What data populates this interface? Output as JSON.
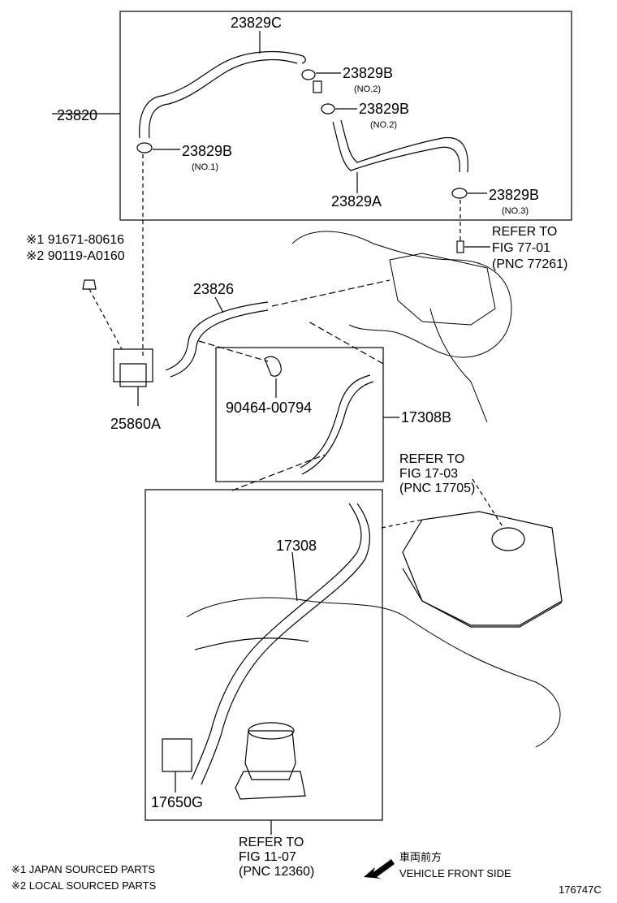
{
  "parts": {
    "p23820": "23820",
    "p23829C": "23829C",
    "p23829B_no2a": "23829B",
    "no2a": "(NO.2)",
    "p23829B_no2b": "23829B",
    "no2b": "(NO.2)",
    "p23829B_no1": "23829B",
    "no1": "(NO.1)",
    "p23829A": "23829A",
    "p23829B_no3": "23829B",
    "no3": "(NO.3)",
    "p91671": "※1 91671-80616",
    "p90119": "※2 90119-A0160",
    "p23826": "23826",
    "p25860A": "25860A",
    "p90464": "90464-00794",
    "p17308B": "17308B",
    "p17308": "17308",
    "p17650G": "17650G"
  },
  "refs": {
    "ref77": [
      "REFER TO",
      "FIG 77-01",
      "(PNC 77261)"
    ],
    "ref17": [
      "REFER TO",
      "FIG 17-03",
      "(PNC 17705)"
    ],
    "ref11": [
      "REFER TO",
      "FIG 11-07",
      "(PNC 12360)"
    ]
  },
  "footer": {
    "note1": "※1 JAPAN SOURCED PARTS",
    "note2": "※2 LOCAL SOURCED PARTS",
    "front_jp": "車両前方",
    "front_en": "VEHICLE FRONT SIDE",
    "diagram_id": "176747C"
  }
}
